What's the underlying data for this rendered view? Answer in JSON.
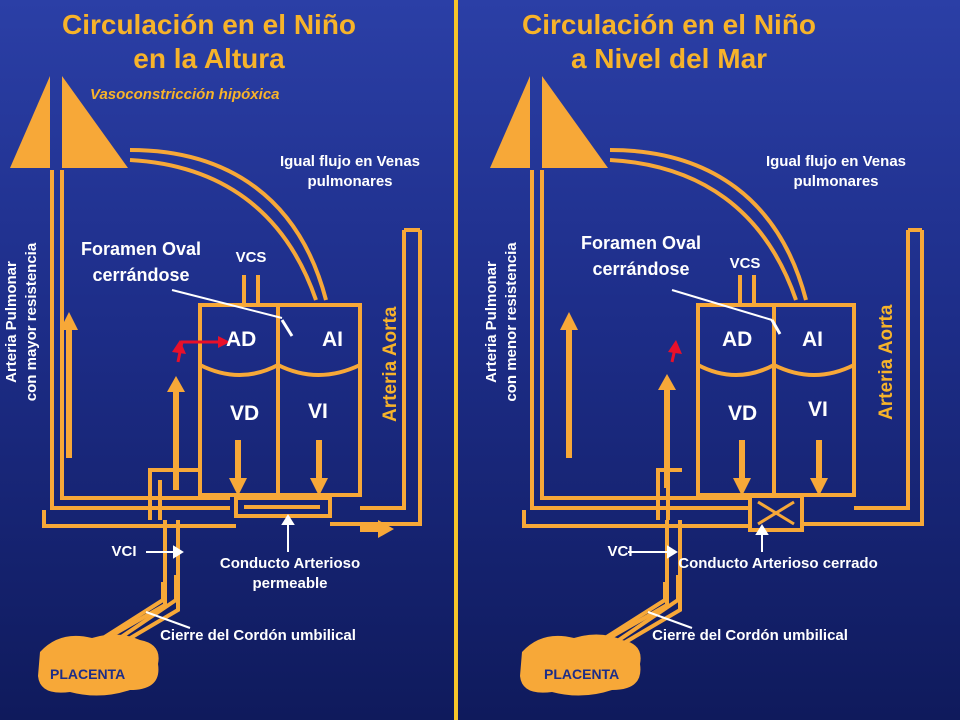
{
  "colors": {
    "vessel": "#f7a838",
    "accent_red": "#e8102a",
    "divider": "#f7c52a",
    "title": "#f7b32a"
  },
  "left": {
    "title_line1": "Circulación en el Niño",
    "title_line2": "en la Altura",
    "subtitle": "Vasoconstricción hipóxica",
    "pulmonary_veins": "Igual flujo en Venas pulmonares",
    "foramen_oval": "Foramen Oval cerrándose",
    "vcs": "VCS",
    "ad": "AD",
    "ai": "AI",
    "vd": "VD",
    "vi": "VI",
    "pulmonary_artery_line1": "Arteria Pulmonar",
    "pulmonary_artery_line2": "con mayor resistencia",
    "aorta": "Arteria Aorta",
    "vci": "VCI",
    "ductus": "Conducto Arterioso permeable",
    "cord": "Cierre del Cordón umbilical",
    "placenta": "PLACENTA"
  },
  "right": {
    "title_line1": "Circulación en el Niño",
    "title_line2": "a Nivel del Mar",
    "pulmonary_veins": "Igual flujo en Venas pulmonares",
    "foramen_oval": "Foramen Oval cerrándose",
    "vcs": "VCS",
    "ad": "AD",
    "ai": "AI",
    "vd": "VD",
    "vi": "VI",
    "pulmonary_artery_line1": "Arteria Pulmonar",
    "pulmonary_artery_line2": "con menor resistencia",
    "aorta": "Arteria Aorta",
    "vci": "VCI",
    "ductus": "Conducto Arterioso cerrado",
    "cord": "Cierre del Cordón umbilical",
    "placenta": "PLACENTA"
  }
}
